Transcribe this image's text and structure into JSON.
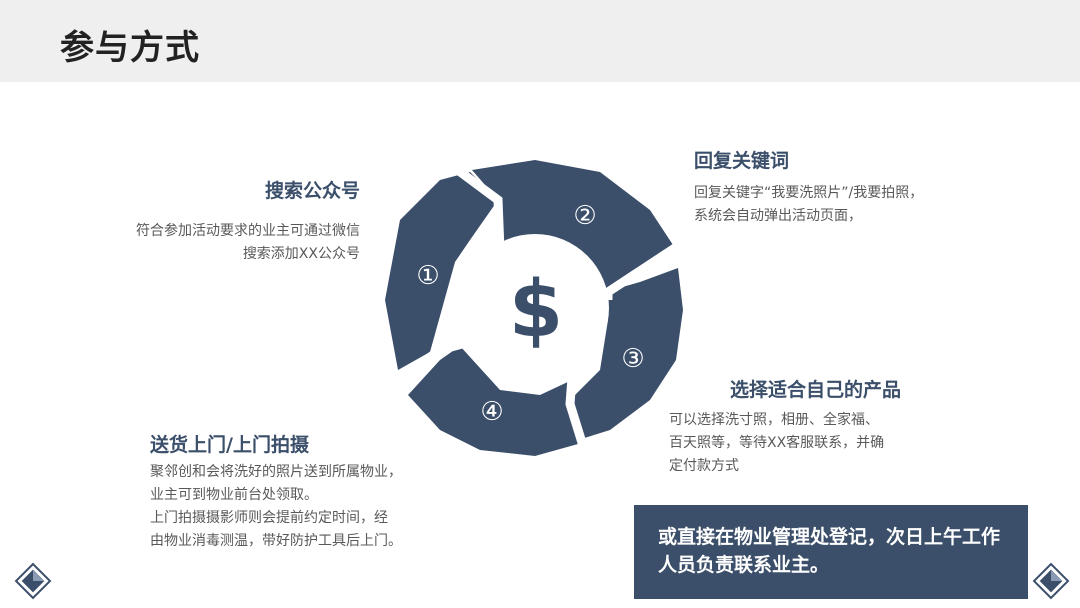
{
  "page": {
    "title": "参与方式"
  },
  "steps": [
    {
      "number": "①",
      "title": "搜索公众号",
      "text": "符合参加活动要求的业主可通过微信\n搜索添加XX公众号"
    },
    {
      "number": "②",
      "title": "回复关键词",
      "text": "回复关键字“我要洗照片”/我要拍照，\n系统会自动弹出活动页面，"
    },
    {
      "number": "③",
      "title": "选择适合自己的产品",
      "text": "可以选择洗寸照，相册、全家福、\n百天照等，等待XX客服联系，并确\n定付款方式"
    },
    {
      "number": "④",
      "title": "送货上门/上门拍摄",
      "text": "聚邻创和会将洗好的照片送到所属物业，\n业主可到物业前台处领取。\n上门拍摄摄影师则会提前约定时间，经\n由物业消毒测温，带好防护工具后上门。"
    }
  ],
  "center_symbol": "$",
  "callout": {
    "text": "或直接在物业管理处登记，次日上午工作人员负责联系业主。"
  },
  "colors": {
    "primary": "#3b4f6a",
    "header_bg": "#efefef",
    "text": "#595959"
  },
  "icons": {
    "center": "dollar-icon",
    "corners": "diamond-icon"
  }
}
